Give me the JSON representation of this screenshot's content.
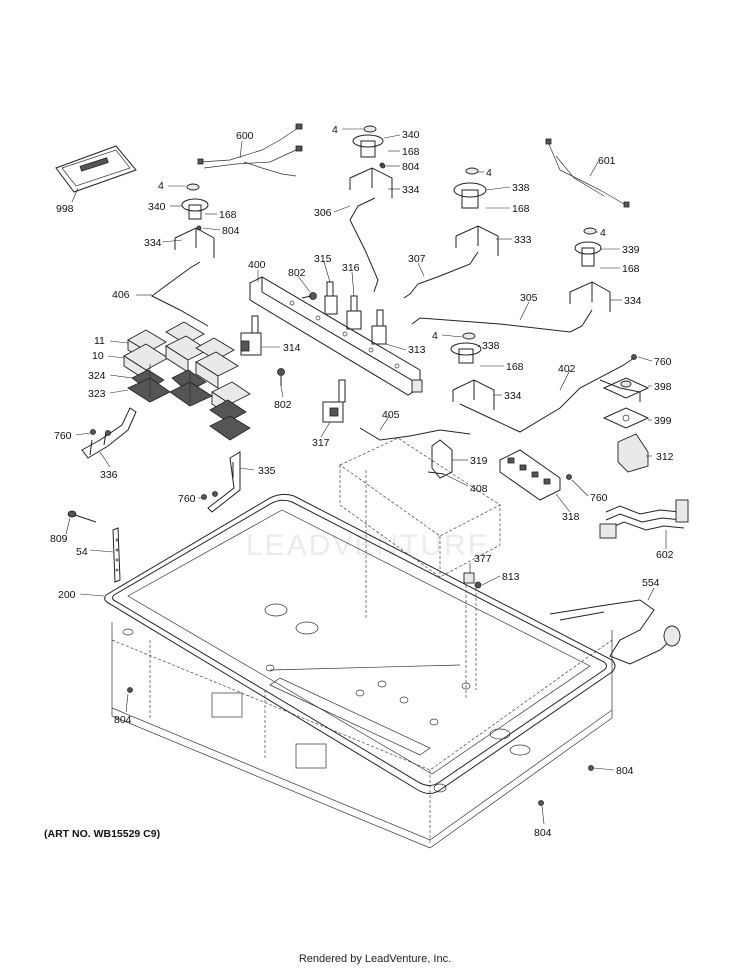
{
  "diagram": {
    "watermark": "LEADVENTURE",
    "art_number": "(ART NO. WB15529 C9)",
    "footer": "Rendered by LeadVenture, Inc.",
    "callouts": [
      {
        "id": "c600",
        "text": "600"
      },
      {
        "id": "c998",
        "text": "998"
      },
      {
        "id": "c4a",
        "text": "4"
      },
      {
        "id": "c340a",
        "text": "340"
      },
      {
        "id": "c168a",
        "text": "168"
      },
      {
        "id": "c804a",
        "text": "804"
      },
      {
        "id": "c334a",
        "text": "334"
      },
      {
        "id": "c406",
        "text": "406"
      },
      {
        "id": "c4b",
        "text": "4"
      },
      {
        "id": "c340b",
        "text": "340"
      },
      {
        "id": "c168b",
        "text": "168"
      },
      {
        "id": "c804b",
        "text": "804"
      },
      {
        "id": "c334b",
        "text": "334"
      },
      {
        "id": "c306",
        "text": "306"
      },
      {
        "id": "c4c",
        "text": "4"
      },
      {
        "id": "c338a",
        "text": "338"
      },
      {
        "id": "c168c",
        "text": "168"
      },
      {
        "id": "c333",
        "text": "333"
      },
      {
        "id": "c601",
        "text": "601"
      },
      {
        "id": "c4d",
        "text": "4"
      },
      {
        "id": "c339",
        "text": "339"
      },
      {
        "id": "c168d",
        "text": "168"
      },
      {
        "id": "c334c",
        "text": "334"
      },
      {
        "id": "c400",
        "text": "400"
      },
      {
        "id": "c802a",
        "text": "802"
      },
      {
        "id": "c315",
        "text": "315"
      },
      {
        "id": "c316",
        "text": "316"
      },
      {
        "id": "c307",
        "text": "307"
      },
      {
        "id": "c305",
        "text": "305"
      },
      {
        "id": "c313",
        "text": "313"
      },
      {
        "id": "c314",
        "text": "314"
      },
      {
        "id": "c4e",
        "text": "4"
      },
      {
        "id": "c338b",
        "text": "338"
      },
      {
        "id": "c168e",
        "text": "168"
      },
      {
        "id": "c334d",
        "text": "334"
      },
      {
        "id": "c11",
        "text": "11"
      },
      {
        "id": "c10",
        "text": "10"
      },
      {
        "id": "c324",
        "text": "324"
      },
      {
        "id": "c323",
        "text": "323"
      },
      {
        "id": "c760a",
        "text": "760"
      },
      {
        "id": "c336",
        "text": "336"
      },
      {
        "id": "c802b",
        "text": "802"
      },
      {
        "id": "c317",
        "text": "317"
      },
      {
        "id": "c405",
        "text": "405"
      },
      {
        "id": "c402",
        "text": "402"
      },
      {
        "id": "c760b",
        "text": "760"
      },
      {
        "id": "c398",
        "text": "398"
      },
      {
        "id": "c399",
        "text": "399"
      },
      {
        "id": "c312",
        "text": "312"
      },
      {
        "id": "c319",
        "text": "319"
      },
      {
        "id": "c408",
        "text": "408"
      },
      {
        "id": "c760c",
        "text": "760"
      },
      {
        "id": "c318",
        "text": "318"
      },
      {
        "id": "c602",
        "text": "602"
      },
      {
        "id": "c335",
        "text": "335"
      },
      {
        "id": "c760d",
        "text": "760"
      },
      {
        "id": "c809",
        "text": "809"
      },
      {
        "id": "c54",
        "text": "54"
      },
      {
        "id": "c200",
        "text": "200"
      },
      {
        "id": "c377",
        "text": "377"
      },
      {
        "id": "c813",
        "text": "813"
      },
      {
        "id": "c554",
        "text": "554"
      },
      {
        "id": "c804c",
        "text": "804"
      },
      {
        "id": "c804d",
        "text": "804"
      },
      {
        "id": "c804e",
        "text": "804"
      }
    ]
  }
}
